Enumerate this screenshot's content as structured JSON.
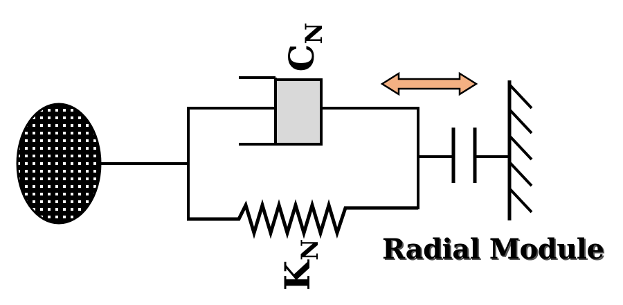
{
  "labels": {
    "damper_symbol": "C",
    "damper_subscript": "N",
    "spring_symbol": "K",
    "spring_subscript": "N",
    "module_name": "Radial Module"
  },
  "colors": {
    "line": "#000000",
    "damper_fill": "#d9d9d9",
    "arrow_fill": "#f4b183",
    "mass_fill": "#000000",
    "mass_dots": "#ffffff"
  },
  "icons": {
    "mass": "dotted-ellipse-mass",
    "damper": "dashpot",
    "spring": "zigzag-spring",
    "contact": "gap-contact",
    "wall": "hatched-ground-wall",
    "motion": "double-headed-arrow"
  }
}
